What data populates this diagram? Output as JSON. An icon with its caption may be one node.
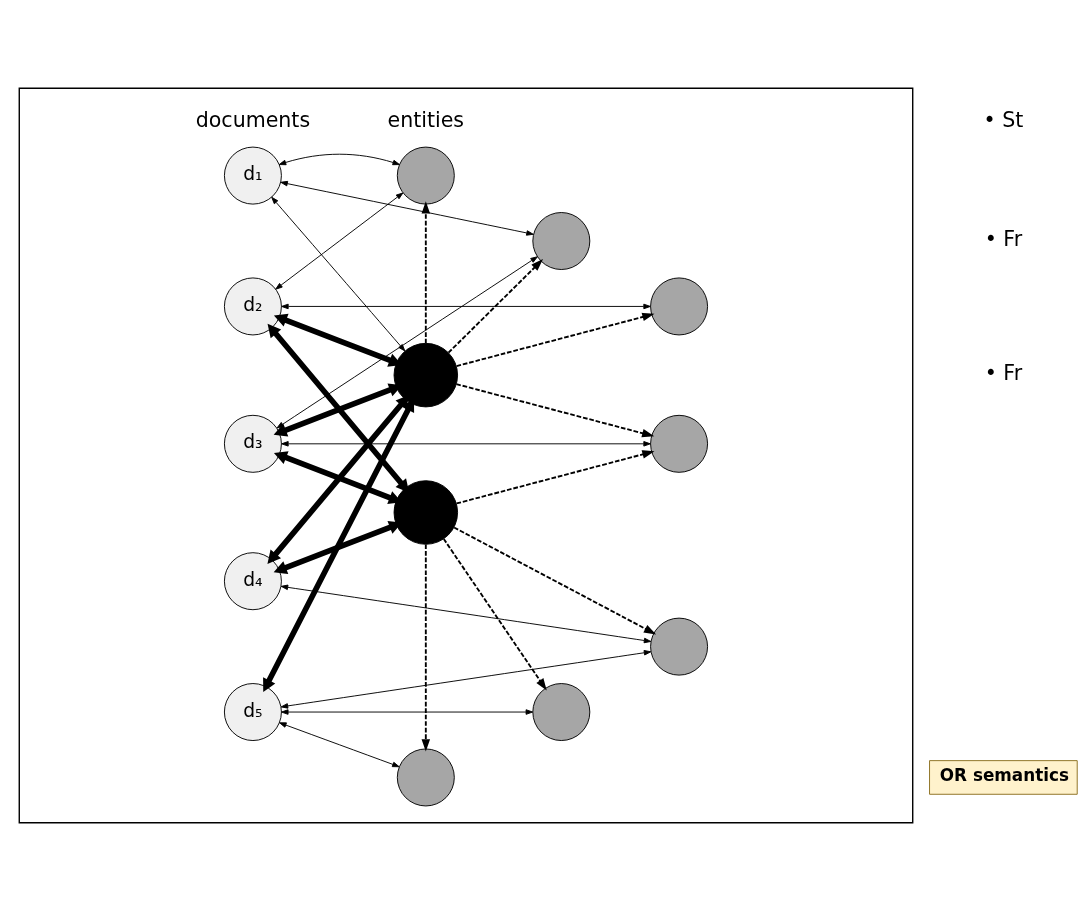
{
  "diagram": {
    "nodes": [
      {
        "text": [],
        "shape": "box"
      },
      {
        "text": [
          "d₁"
        ],
        "in": 0
      },
      {
        "text": [
          "d₂"
        ],
        "in": 0
      },
      {
        "text": [
          "d₃"
        ],
        "in": 0
      },
      {
        "text": [
          "d₄"
        ],
        "in": 0
      },
      {
        "text": [
          "d₅"
        ],
        "in": 0
      },
      {
        "text": [],
        "shape": "circle",
        "in": 0
      },
      {
        "text": [],
        "shape": "circle",
        "in": 0
      },
      {
        "text": [],
        "shape": "circle",
        "in": 0
      },
      {
        "text": [],
        "shape": "circle",
        "in": 0
      },
      {
        "text": [],
        "shape": "circle",
        "in": 0
      },
      {
        "text": [],
        "shape": "circle",
        "in": 0
      },
      {
        "text": [],
        "shape": "circle",
        "in": 0
      },
      {
        "text": [],
        "shape": "circle",
        "in": 0
      },
      {
        "text": [],
        "shape": "circle",
        "in": 0
      },
      {
        "text": [
          "OR semantics"
        ]
      }
    ],
    "edges": [
      {
        "from": 1,
        "to": 6,
        "arrow": "both"
      },
      {
        "from": 1,
        "to": 7,
        "arrow": "both"
      },
      {
        "from": 1,
        "to": 9,
        "arrow": "both"
      },
      {
        "from": 2,
        "to": 6,
        "arrow": "both"
      },
      {
        "from": 2,
        "to": 8,
        "arrow": "both"
      },
      {
        "from": 2,
        "to": 9,
        "arrow": "both",
        "style": "thick"
      },
      {
        "from": 2,
        "to": 11,
        "arrow": "both",
        "style": "thick"
      },
      {
        "from": 3,
        "to": 7,
        "arrow": "both"
      },
      {
        "from": 3,
        "to": 9,
        "arrow": "both",
        "style": "thick"
      },
      {
        "from": 3,
        "to": 11,
        "arrow": "both",
        "style": "thick"
      },
      {
        "from": 3,
        "to": 10,
        "arrow": "both"
      },
      {
        "from": 4,
        "to": 9,
        "arrow": "both",
        "style": "thick"
      },
      {
        "from": 4,
        "to": 11,
        "arrow": "both",
        "style": "thick"
      },
      {
        "from": 4,
        "to": 12,
        "arrow": "both"
      },
      {
        "from": 5,
        "to": 9,
        "arrow": "both",
        "style": "thick"
      },
      {
        "from": 5,
        "to": 12,
        "arrow": "both"
      },
      {
        "from": 5,
        "to": 13,
        "arrow": "both"
      },
      {
        "from": 5,
        "to": 14,
        "arrow": "both"
      },
      {
        "from": 9,
        "to": 6,
        "arrow": "to",
        "style": "dashed"
      },
      {
        "from": 9,
        "to": 7,
        "arrow": "to",
        "style": "dashed"
      },
      {
        "from": 9,
        "to": 8,
        "arrow": "to",
        "style": "dashed"
      },
      {
        "from": 9,
        "to": 10,
        "arrow": "to",
        "style": "dashed"
      },
      {
        "from": 11,
        "to": 10,
        "arrow": "to",
        "style": "dashed"
      },
      {
        "from": 11,
        "to": 12,
        "arrow": "to",
        "style": "dashed"
      },
      {
        "from": 11,
        "to": 13,
        "arrow": "to",
        "style": "dashed"
      },
      {
        "from": 11,
        "to": 14,
        "arrow": "to",
        "style": "dashed"
      }
    ],
    "labels": [
      "documents",
      "entities",
      "• St",
      "• Fr",
      "• Fr"
    ]
  }
}
